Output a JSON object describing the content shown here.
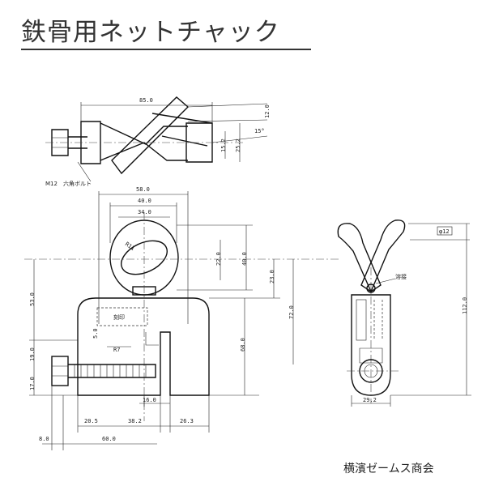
{
  "title": "鉄骨用ネットチャック",
  "company": "横濱ゼームス商会",
  "dimensions": {
    "top_width": "85.0",
    "arm_thickness": "12.0",
    "angle": "15°",
    "inner_15_2": "15.2",
    "inner_25_2": "25.2",
    "bolt_note": "M12　六角ボルト",
    "width_58": "58.0",
    "width_40": "40.0",
    "width_34": "34.0",
    "radius_r11": "R11",
    "ring_22": "22.0",
    "ring_40": "40.0",
    "h_23": "23.0",
    "h_53": "53.0",
    "h_72": "72.0",
    "h_68": "68.0",
    "h_5": "5.0",
    "h_19": "19.0",
    "h_17": "17.0",
    "radius_r7": "R7",
    "stamp": "刻印",
    "w_20_5": "20.5",
    "w_38_2": "38.2",
    "w_26_3": "26.3",
    "w_16": "16.0",
    "w_8": "8.0",
    "w_60": "60.0",
    "side_dia": "φ12",
    "weld": "溶接",
    "side_112": "112.0",
    "side_29_2": "29.2"
  }
}
